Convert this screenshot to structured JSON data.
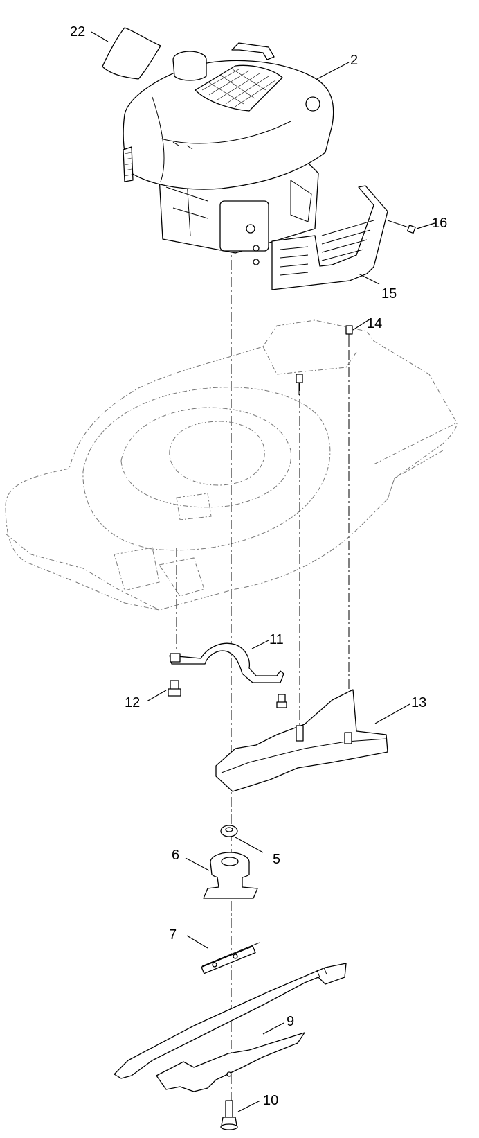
{
  "diagram": {
    "callouts": {
      "c22": "22",
      "c2": "2",
      "c16": "16",
      "c15": "15",
      "c14": "14",
      "c11": "11",
      "c12": "12",
      "c13": "13",
      "c6": "6",
      "c5": "5",
      "c7": "7",
      "c9": "9",
      "c10": "10"
    }
  }
}
